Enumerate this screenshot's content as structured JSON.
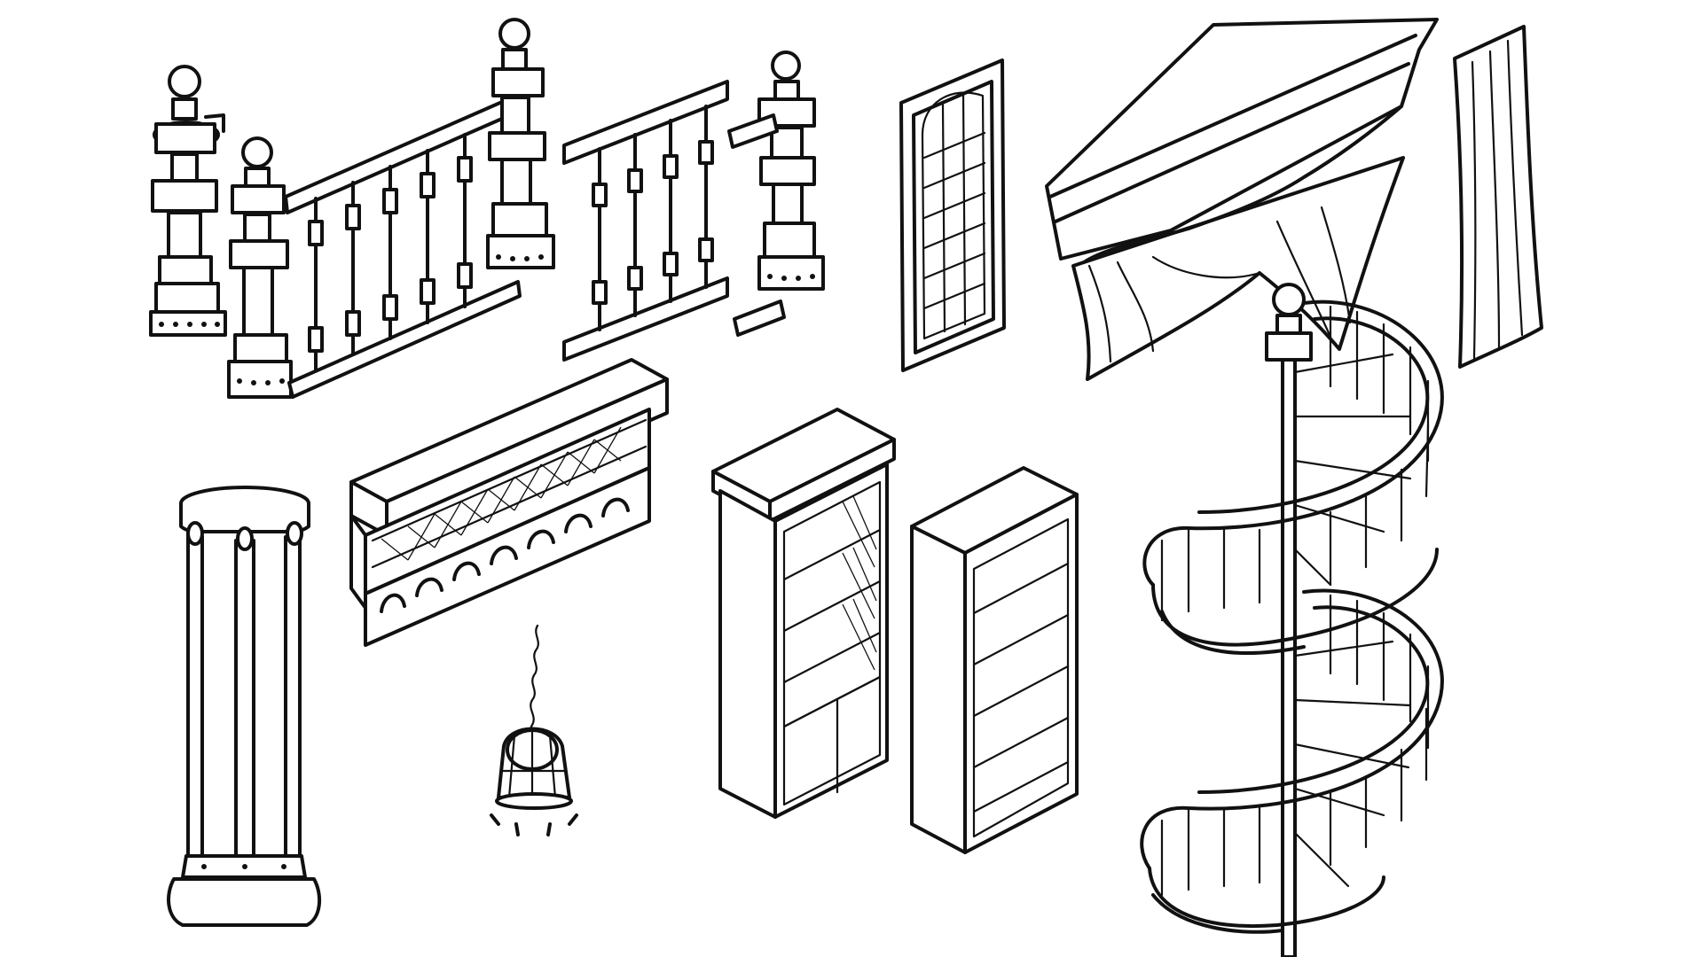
{
  "canvas": {
    "background": "#ffffff",
    "ink": "#111111"
  },
  "assets": [
    {
      "id": "newel-post",
      "icon": "newel-post-icon"
    },
    {
      "id": "staircase-railing",
      "icon": "staircase-railing-icon"
    },
    {
      "id": "railing-segment",
      "icon": "railing-segment-icon"
    },
    {
      "id": "newel-post-with-brackets",
      "icon": "newel-post-bracket-icon"
    },
    {
      "id": "arched-window",
      "icon": "arched-window-icon"
    },
    {
      "id": "curtain-valance",
      "icon": "curtain-valance-icon"
    },
    {
      "id": "hanging-curtain",
      "icon": "curtain-icon"
    },
    {
      "id": "wall-shelf-with-arches",
      "icon": "wall-shelf-icon"
    },
    {
      "id": "pillar",
      "icon": "pillar-icon"
    },
    {
      "id": "hanging-cage-lamp",
      "icon": "cage-lamp-icon"
    },
    {
      "id": "bookcase-with-cabinet",
      "icon": "bookcase-cabinet-icon"
    },
    {
      "id": "tall-bookshelf",
      "icon": "bookshelf-icon"
    },
    {
      "id": "spiral-staircase",
      "icon": "spiral-staircase-icon"
    }
  ]
}
